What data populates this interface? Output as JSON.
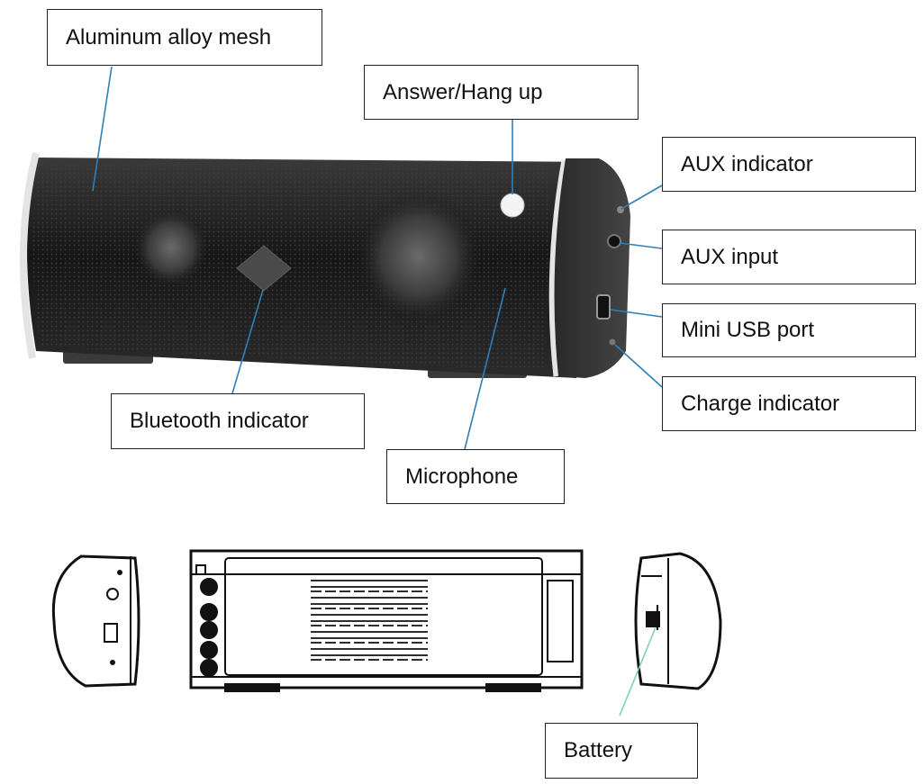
{
  "labels": {
    "aluminum_mesh": "Aluminum alloy mesh",
    "answer_hang_up": "Answer/Hang up",
    "aux_indicator": "AUX indicator",
    "aux_input": "AUX input",
    "mini_usb_port": "Mini USB port",
    "charge_indicator": "Charge indicator",
    "bluetooth_indicator": "Bluetooth indicator",
    "microphone": "Microphone",
    "battery": "Battery"
  },
  "colors": {
    "leader_line": "#2f7fb8",
    "battery_leader": "#7fcfc0",
    "speaker_body": "#1c1c1c",
    "trim": "#d8d8d8"
  }
}
